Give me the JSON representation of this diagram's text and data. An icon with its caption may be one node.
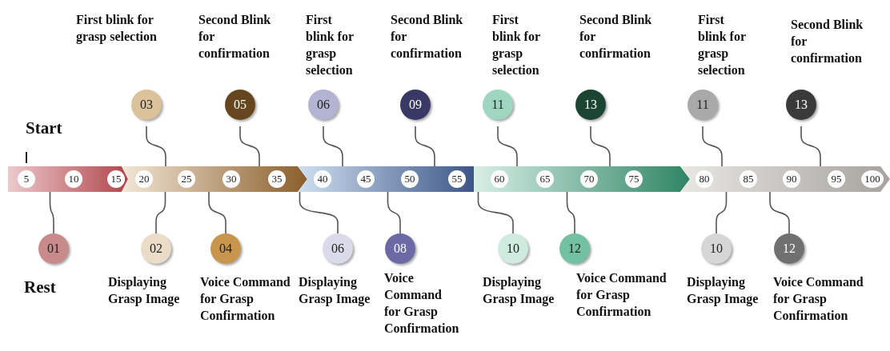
{
  "diagram": {
    "nodes": [
      {
        "text": [
          "03"
        ],
        "beside": [
          "First blink for grasp selection"
        ]
      },
      {
        "text": [
          "05"
        ],
        "beside": [
          "Second Blink for confirmation"
        ]
      },
      {
        "text": [
          "06"
        ],
        "beside": [
          "First blink for grasp selection"
        ]
      },
      {
        "text": [
          "09"
        ],
        "beside": [
          "Second Blink for confirmation"
        ]
      },
      {
        "text": [
          "11"
        ],
        "beside": [
          "First blink for grasp selection"
        ]
      },
      {
        "text": [
          "13"
        ],
        "beside": [
          "Second Blink for confirmation"
        ]
      },
      {
        "text": [
          "11"
        ],
        "beside": [
          "First blink for grasp selection"
        ]
      },
      {
        "text": [
          "13"
        ],
        "beside": [
          "Second Blink for confirmation"
        ]
      },
      {
        "text": [
          "01"
        ],
        "beside": [
          "Rest"
        ]
      },
      {
        "text": [
          "02"
        ],
        "beside": [
          "Displaying Grasp Image"
        ]
      },
      {
        "text": [
          "04"
        ],
        "beside": [
          "Voice Command for Grasp Confirmation"
        ]
      },
      {
        "text": [
          "06"
        ],
        "beside": [
          "Displaying Grasp Image"
        ]
      },
      {
        "text": [
          "08"
        ],
        "beside": [
          "Voice Command for Grasp Confirmation"
        ]
      },
      {
        "text": [
          "10"
        ],
        "beside": [
          "Displaying Grasp Image"
        ]
      },
      {
        "text": [
          "12"
        ],
        "beside": [
          "Voice Command for Grasp Confirmation"
        ]
      },
      {
        "text": [
          "10"
        ],
        "beside": [
          "Displaying Grasp Image"
        ]
      },
      {
        "text": [
          "12"
        ],
        "beside": [
          "Voice Command for Grasp Confirmation"
        ]
      }
    ],
    "edges": [
      {
        "from": 0,
        "to": null,
        "arrow": "none"
      },
      {
        "from": 1,
        "to": null,
        "arrow": "none"
      },
      {
        "from": 2,
        "to": null,
        "arrow": "none"
      },
      {
        "from": 3,
        "to": null,
        "arrow": "none"
      },
      {
        "from": 4,
        "to": null,
        "arrow": "none"
      },
      {
        "from": 5,
        "to": null,
        "arrow": "none"
      },
      {
        "from": 6,
        "to": null,
        "arrow": "none"
      },
      {
        "from": 7,
        "to": null,
        "arrow": "none"
      },
      {
        "from": 8,
        "to": null,
        "arrow": "none"
      },
      {
        "from": 9,
        "to": null,
        "arrow": "none"
      },
      {
        "from": 10,
        "to": null,
        "arrow": "none"
      },
      {
        "from": 11,
        "to": null,
        "arrow": "none"
      },
      {
        "from": 12,
        "to": null,
        "arrow": "none"
      },
      {
        "from": 13,
        "to": null,
        "arrow": "none"
      },
      {
        "from": 14,
        "to": null,
        "arrow": "none"
      },
      {
        "from": 15,
        "to": null,
        "arrow": "none"
      },
      {
        "from": 16,
        "to": null,
        "arrow": "none"
      }
    ],
    "labels": [
      "Start",
      "5",
      "10",
      "15",
      "20",
      "25",
      "30",
      "35",
      "40",
      "45",
      "50",
      "55",
      "60",
      "65",
      "70",
      "75",
      "80",
      "85",
      "90",
      "95",
      "100"
    ]
  }
}
